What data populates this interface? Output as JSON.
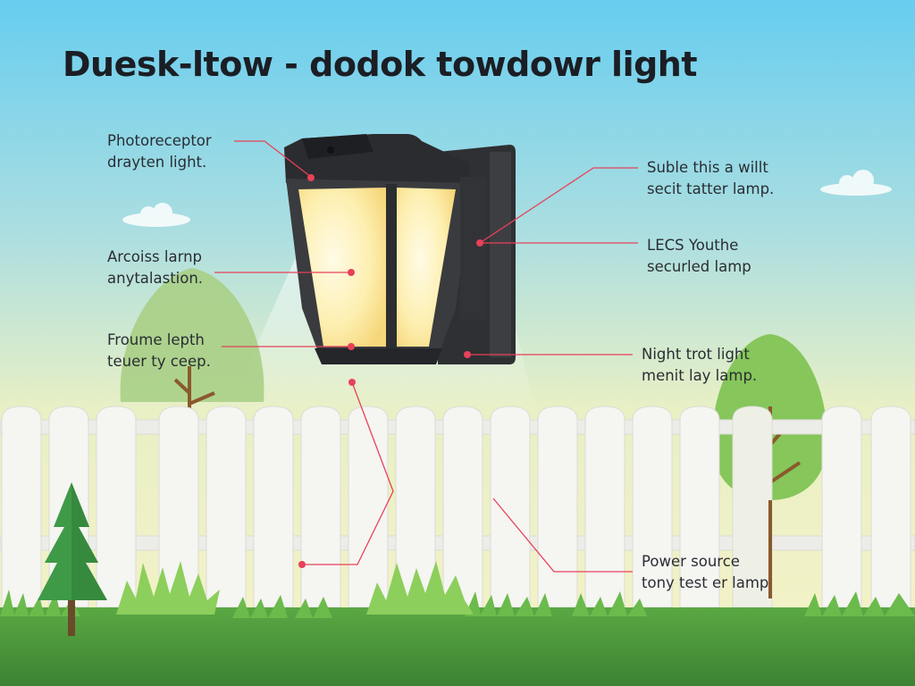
{
  "title": "Duesk-ltow - dodok towdowr light",
  "labels": [
    {
      "line1": "Photoreceptor",
      "line2": "drayten light."
    },
    {
      "line1": "Arcoiss larnp",
      "line2": "anytalastion."
    },
    {
      "line1": "Froume lepth",
      "line2": "teuer ty ceep."
    },
    {
      "line1": "Suble this a willt",
      "line2": "secit tatter lamp."
    },
    {
      "line1": "LECS Youthe",
      "line2": "securled lamp"
    },
    {
      "line1": "Night trot light",
      "line2": "menit lay lamp."
    },
    {
      "line1": "Power source",
      "line2": "tony test er lamp"
    }
  ],
  "colors": {
    "sky_top": "#67cdef",
    "sky_bottom": "#f3f1c4",
    "fence": "#f5f5f2",
    "lamp_body": "#3a3b3e",
    "lamp_glass": "#fdf0b3",
    "callout": "#e8415a",
    "grass": "#4d9a3c"
  }
}
